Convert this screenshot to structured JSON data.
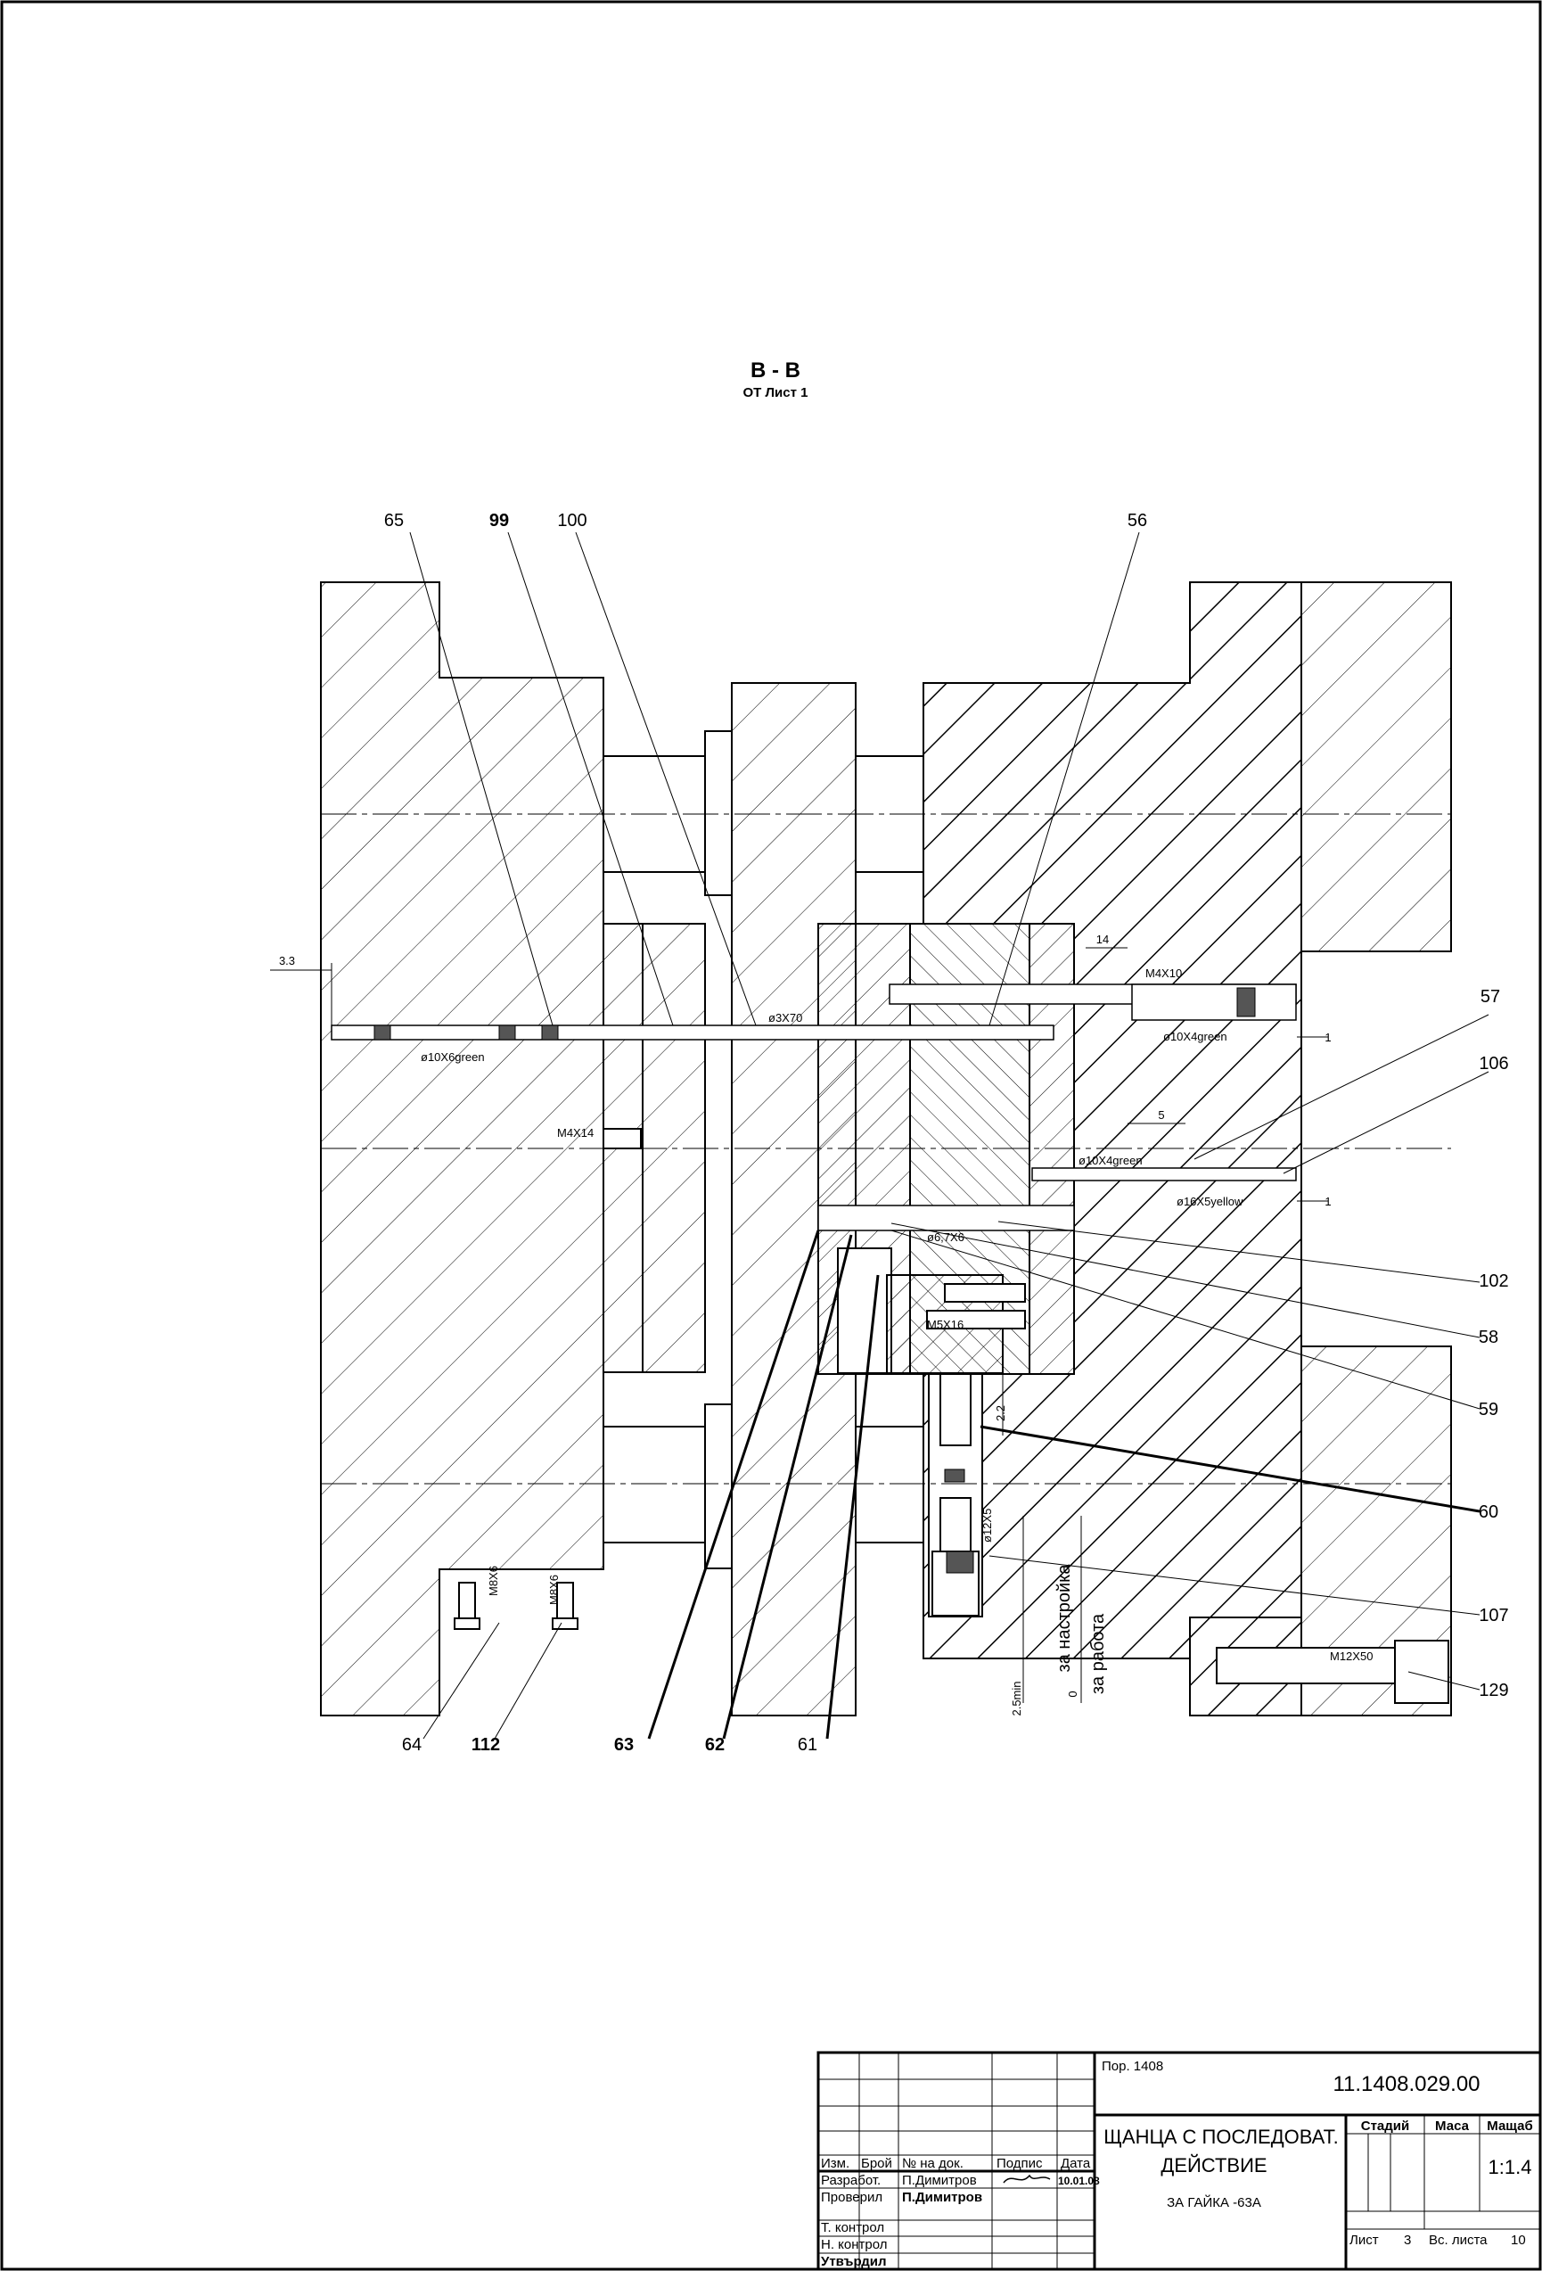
{
  "section": {
    "title": "B - B",
    "subtitle": "ОТ Лист 1"
  },
  "callouts": {
    "p65": "65",
    "p99": "99",
    "p100": "100",
    "p56": "56",
    "p57": "57",
    "p106": "106",
    "p102": "102",
    "p58": "58",
    "p59": "59",
    "p60": "60",
    "p107": "107",
    "p129": "129",
    "p64": "64",
    "p112": "112",
    "p63": "63",
    "p62": "62",
    "p61": "61"
  },
  "dimensions": {
    "d33": "3.3",
    "d14": "14",
    "d5": "5",
    "d1a": "1",
    "d1b": "1",
    "d22": "2.2",
    "d25min": "2.5min",
    "d0": "0"
  },
  "notes": {
    "setup": "за настройка",
    "work": "за работа",
    "m4x10": "M4X10",
    "m10x4": "ø10X4green",
    "m3x70": "ø3X70",
    "m10x6": "ø10X6green",
    "m4x14": "M4X14",
    "m8x6a": "M8X6",
    "m8x6b": "M8X6",
    "m10x4b": "ø10X4green",
    "m16": "ø16X5yellow",
    "m6x": "ø6,7X6",
    "m5x16": "M5X16",
    "m12x": "ø12X5",
    "m12x50": "M12X50"
  },
  "title_block": {
    "pos": "Пор. 1408",
    "doc_number": "11.1408.029.00",
    "name_line1": "ЩАНЦА С ПОСЛЕДОВАТ.",
    "name_line2": "ДЕЙСТВИЕ",
    "name_line3": "ЗА ГАЙКА -63А",
    "h_izm": "Изм.",
    "h_broy": "Брой",
    "h_nodok": "№ на док.",
    "h_podpis": "Подпис",
    "h_data": "Дата",
    "r_razrab": "Разработ.",
    "r_razrab_name": "П.Димитров",
    "r_prov": "Проверил",
    "r_prov_name": "П.Димитров",
    "r_tk": "Т. контрол",
    "r_nk": "Н. контрол",
    "r_utv": "Утвърдил",
    "date": "10.01.08",
    "h_stadiy": "Стадий",
    "h_masa": "Маса",
    "h_mashtab": "Мащаб",
    "scale": "1:1.4",
    "sheet_lbl": "Лист",
    "sheet_val": "3",
    "sheets_lbl": "Вс. листа",
    "sheets_val": "10"
  }
}
